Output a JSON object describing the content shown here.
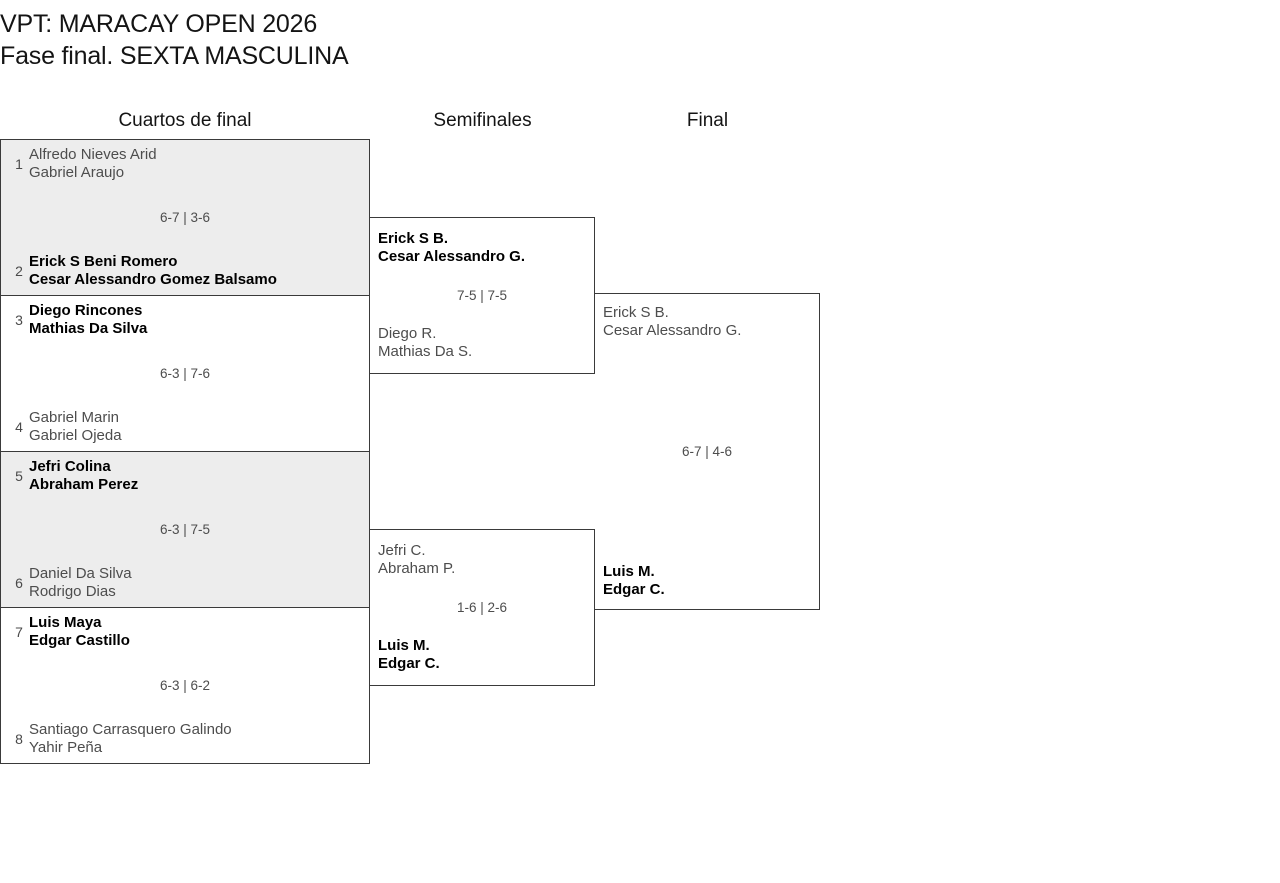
{
  "title": {
    "line1": "VPT: MARACAY OPEN 2026",
    "line2": "Fase final. SEXTA MASCULINA"
  },
  "headers": {
    "quarterfinals": "Cuartos de final",
    "semifinals": "Semifinales",
    "final": "Final"
  },
  "colors": {
    "shaded_row": "#ededed",
    "border": "#3a3a3a",
    "winner_text": "#000000",
    "loser_text": "#4d4d4d",
    "background": "#ffffff"
  },
  "rounds": {
    "quarterfinals": [
      {
        "score": "6-7 | 3-6",
        "shaded": true,
        "top": {
          "seed": "1",
          "player1": "Alfredo Nieves Arid",
          "player2": "Gabriel Araujo",
          "winner": false
        },
        "bottom": {
          "seed": "2",
          "player1": "Erick S Beni Romero",
          "player2": "Cesar Alessandro Gomez Balsamo",
          "winner": true
        }
      },
      {
        "score": "6-3 | 7-6",
        "shaded": false,
        "top": {
          "seed": "3",
          "player1": "Diego Rincones",
          "player2": "Mathias Da Silva",
          "winner": true
        },
        "bottom": {
          "seed": "4",
          "player1": "Gabriel Marin",
          "player2": "Gabriel Ojeda",
          "winner": false
        }
      },
      {
        "score": "6-3 | 7-5",
        "shaded": true,
        "top": {
          "seed": "5",
          "player1": "Jefri Colina",
          "player2": "Abraham Perez",
          "winner": true
        },
        "bottom": {
          "seed": "6",
          "player1": "Daniel Da Silva",
          "player2": "Rodrigo Dias",
          "winner": false
        }
      },
      {
        "score": "6-3 | 6-2",
        "shaded": false,
        "top": {
          "seed": "7",
          "player1": "Luis Maya",
          "player2": "Edgar Castillo",
          "winner": true
        },
        "bottom": {
          "seed": "8",
          "player1": "Santiago Carrasquero Galindo",
          "player2": "Yahir Peña",
          "winner": false
        }
      }
    ],
    "semifinals": [
      {
        "score": "7-5 | 7-5",
        "top": {
          "player1": "Erick S B.",
          "player2": "Cesar Alessandro G.",
          "winner": true
        },
        "bottom": {
          "player1": "Diego R.",
          "player2": "Mathias Da S.",
          "winner": false
        }
      },
      {
        "score": "1-6 | 2-6",
        "top": {
          "player1": "Jefri C.",
          "player2": "Abraham P.",
          "winner": false
        },
        "bottom": {
          "player1": "Luis M.",
          "player2": "Edgar C.",
          "winner": true
        }
      }
    ],
    "final": [
      {
        "score": "6-7 | 4-6",
        "top": {
          "player1": "Erick S B.",
          "player2": "Cesar Alessandro G.",
          "winner": false
        },
        "bottom": {
          "player1": "Luis M.",
          "player2": "Edgar C.",
          "winner": true
        }
      }
    ]
  }
}
